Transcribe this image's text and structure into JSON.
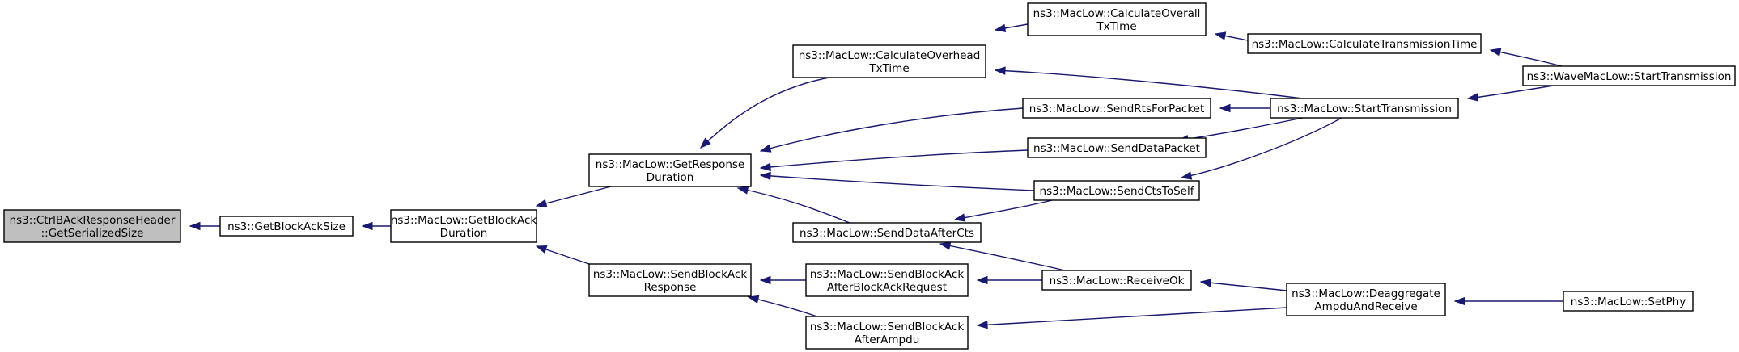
{
  "graph": {
    "nodes": [
      {
        "id": "n0",
        "root": true,
        "lines": [
          "ns3::CtrlBAckResponseHeader",
          "::GetSerializedSize"
        ]
      },
      {
        "id": "n1",
        "lines": [
          "ns3::GetBlockAckSize"
        ]
      },
      {
        "id": "n2",
        "lines": [
          "ns3::MacLow::GetBlockAck",
          "Duration"
        ]
      },
      {
        "id": "n3",
        "lines": [
          "ns3::MacLow::GetResponse",
          "Duration"
        ]
      },
      {
        "id": "n4",
        "lines": [
          "ns3::MacLow::SendBlockAck",
          "Response"
        ]
      },
      {
        "id": "n5",
        "lines": [
          "ns3::MacLow::CalculateOverhead",
          "TxTime"
        ]
      },
      {
        "id": "n6",
        "lines": [
          "ns3::MacLow::SendRtsForPacket"
        ]
      },
      {
        "id": "n7",
        "lines": [
          "ns3::MacLow::SendDataPacket"
        ]
      },
      {
        "id": "n8",
        "lines": [
          "ns3::MacLow::SendCtsToSelf"
        ]
      },
      {
        "id": "n9",
        "lines": [
          "ns3::MacLow::SendDataAfterCts"
        ]
      },
      {
        "id": "n10",
        "lines": [
          "ns3::MacLow::SendBlockAck",
          "AfterBlockAckRequest"
        ]
      },
      {
        "id": "n11",
        "lines": [
          "ns3::MacLow::SendBlockAck",
          "AfterAmpdu"
        ]
      },
      {
        "id": "n12",
        "lines": [
          "ns3::MacLow::CalculateOverall",
          "TxTime"
        ]
      },
      {
        "id": "n13",
        "lines": [
          "ns3::MacLow::StartTransmission"
        ]
      },
      {
        "id": "n14",
        "lines": [
          "ns3::MacLow::ReceiveOk"
        ]
      },
      {
        "id": "n15",
        "lines": [
          "ns3::MacLow::CalculateTransmissionTime"
        ]
      },
      {
        "id": "n16",
        "lines": [
          "ns3::MacLow::Deaggregate",
          "AmpduAndReceive"
        ]
      },
      {
        "id": "n17",
        "lines": [
          "ns3::WaveMacLow::StartTransmission"
        ]
      },
      {
        "id": "n18",
        "lines": [
          "ns3::MacLow::SetPhy"
        ]
      }
    ],
    "edges": [
      {
        "from": "n1",
        "to": "n0"
      },
      {
        "from": "n2",
        "to": "n1"
      },
      {
        "from": "n3",
        "to": "n2"
      },
      {
        "from": "n4",
        "to": "n2"
      },
      {
        "from": "n5",
        "to": "n3"
      },
      {
        "from": "n6",
        "to": "n3"
      },
      {
        "from": "n7",
        "to": "n3"
      },
      {
        "from": "n8",
        "to": "n3"
      },
      {
        "from": "n9",
        "to": "n3"
      },
      {
        "from": "n10",
        "to": "n4"
      },
      {
        "from": "n11",
        "to": "n4"
      },
      {
        "from": "n12",
        "to": "n5"
      },
      {
        "from": "n13",
        "to": "n5"
      },
      {
        "from": "n13",
        "to": "n6"
      },
      {
        "from": "n13",
        "to": "n7"
      },
      {
        "from": "n13",
        "to": "n8"
      },
      {
        "from": "n8",
        "to": "n9"
      },
      {
        "from": "n14",
        "to": "n9"
      },
      {
        "from": "n14",
        "to": "n10"
      },
      {
        "from": "n16",
        "to": "n11"
      },
      {
        "from": "n15",
        "to": "n12"
      },
      {
        "from": "n17",
        "to": "n13"
      },
      {
        "from": "n17",
        "to": "n15"
      },
      {
        "from": "n16",
        "to": "n14"
      },
      {
        "from": "n18",
        "to": "n16"
      }
    ]
  }
}
